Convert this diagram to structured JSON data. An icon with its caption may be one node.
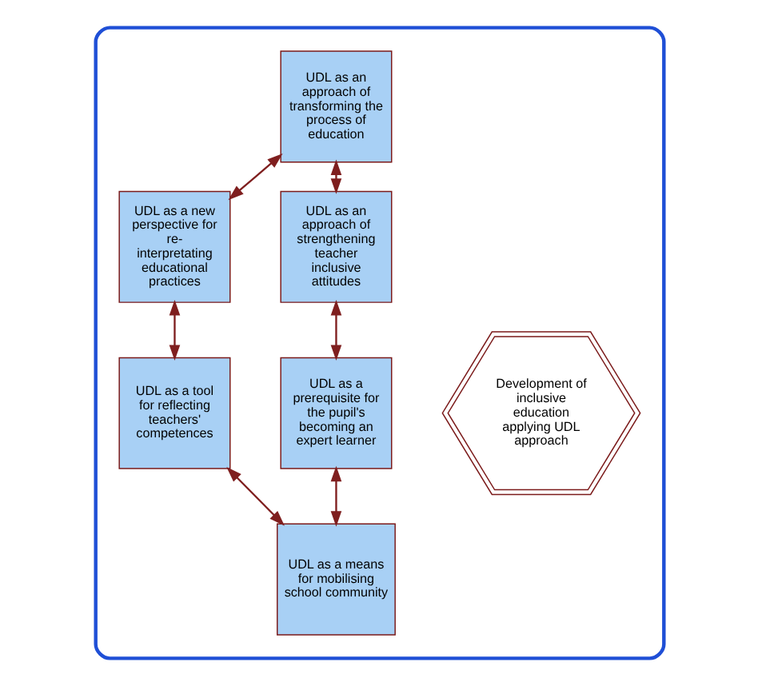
{
  "diagram": {
    "nodes": [
      {
        "text": [],
        "shape": "hexagon"
      },
      {
        "text": [
          "Development of inclusive education applying UDL approach"
        ],
        "in": 0
      },
      {
        "text": [
          "UDL as an approach of transforming the process of education"
        ],
        "in": 0
      },
      {
        "text": [
          "UDL as an approach of strengthening teacher inclusive attitudes"
        ],
        "in": 0
      },
      {
        "text": [
          "UDL as a prerequisite for the pupil's becoming an expert learner"
        ],
        "in": 0
      },
      {
        "text": [
          "UDL as a means for mobilising school community"
        ],
        "in": 0
      },
      {
        "text": [
          "UDL as a tool for reflecting teachers' competences"
        ],
        "in": 0
      },
      {
        "text": [
          "UDL as a new perspective for re-interpretating educational practices"
        ],
        "in": 0
      }
    ],
    "edges": [
      {
        "from": 7,
        "to": 2,
        "arrow": "both"
      },
      {
        "from": 2,
        "to": 3,
        "arrow": "both"
      },
      {
        "from": 3,
        "to": 4,
        "arrow": "both"
      },
      {
        "from": 4,
        "to": 5,
        "arrow": "both"
      },
      {
        "from": 5,
        "to": 6,
        "arrow": "both"
      },
      {
        "from": 6,
        "to": 7,
        "arrow": "both"
      }
    ]
  }
}
